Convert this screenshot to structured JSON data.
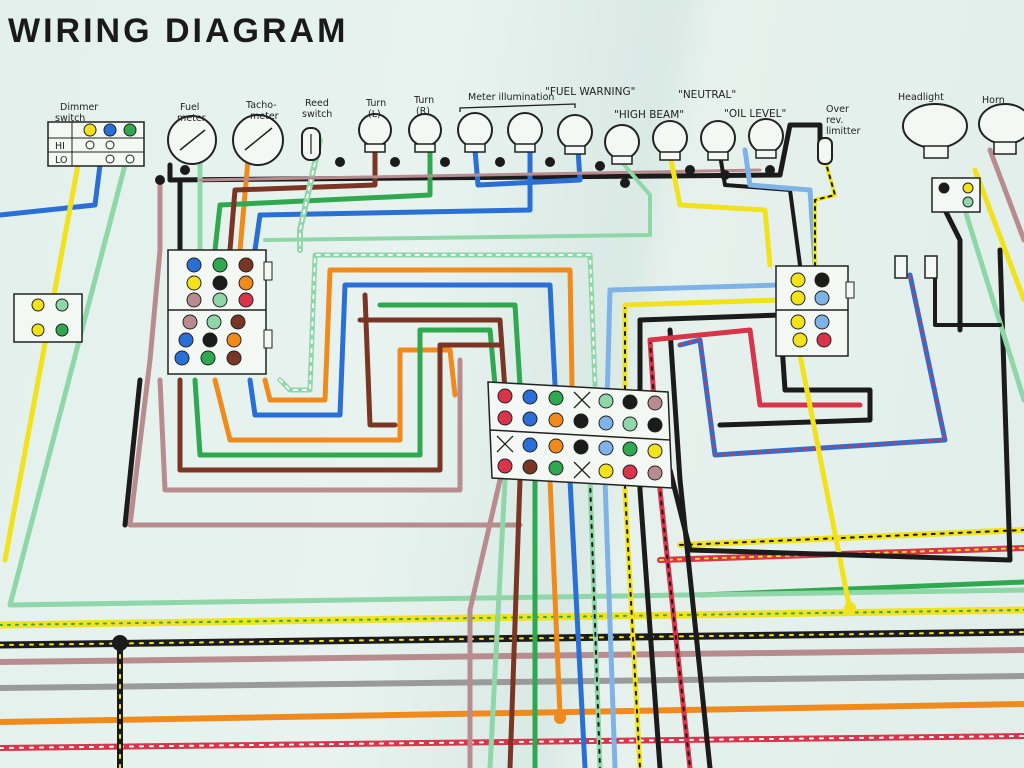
{
  "title": "WIRING DIAGRAM",
  "components": {
    "dimmer_switch": "Dimmer switch",
    "dimmer_hi": "HI",
    "dimmer_lo": "LO",
    "fuel_meter": "Fuel meter",
    "tachometer": "Tacho- meter",
    "reed_switch": "Reed switch",
    "turn_l": "Turn (L)",
    "turn_r": "Turn (R)",
    "meter_illumination": "Meter illumination",
    "fuel_warning": "\"FUEL WARNING\"",
    "neutral": "\"NEUTRAL\"",
    "high_beam": "\"HIGH BEAM\"",
    "oil_level": "\"OIL LEVEL\"",
    "over_rev_limiter": "Over rev. limitter",
    "headlight": "Headlight",
    "horn": "Horn"
  },
  "colors": {
    "black": "#1b1b1b",
    "green": "#2fa84f",
    "brown": "#7a3524",
    "orange": "#f08a1c",
    "blue": "#2a6fd6",
    "light_blue": "#7fb3e8",
    "yellow": "#f1e21c",
    "light_green": "#8fd6a8",
    "pink": "#b88c8f",
    "red": "#d8344a",
    "gray": "#9a9a9a"
  }
}
